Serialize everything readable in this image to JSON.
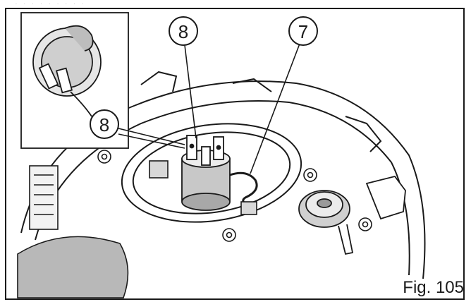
{
  "figure": {
    "label": "Fig. 105"
  },
  "callouts": {
    "inset_bulb": "8",
    "main_socket": "8",
    "main_wire": "7"
  },
  "colors": {
    "line": "#1a1a1a",
    "shade": "#c8c8c8",
    "shade_dark": "#8a8a8a",
    "background": "#ffffff"
  }
}
